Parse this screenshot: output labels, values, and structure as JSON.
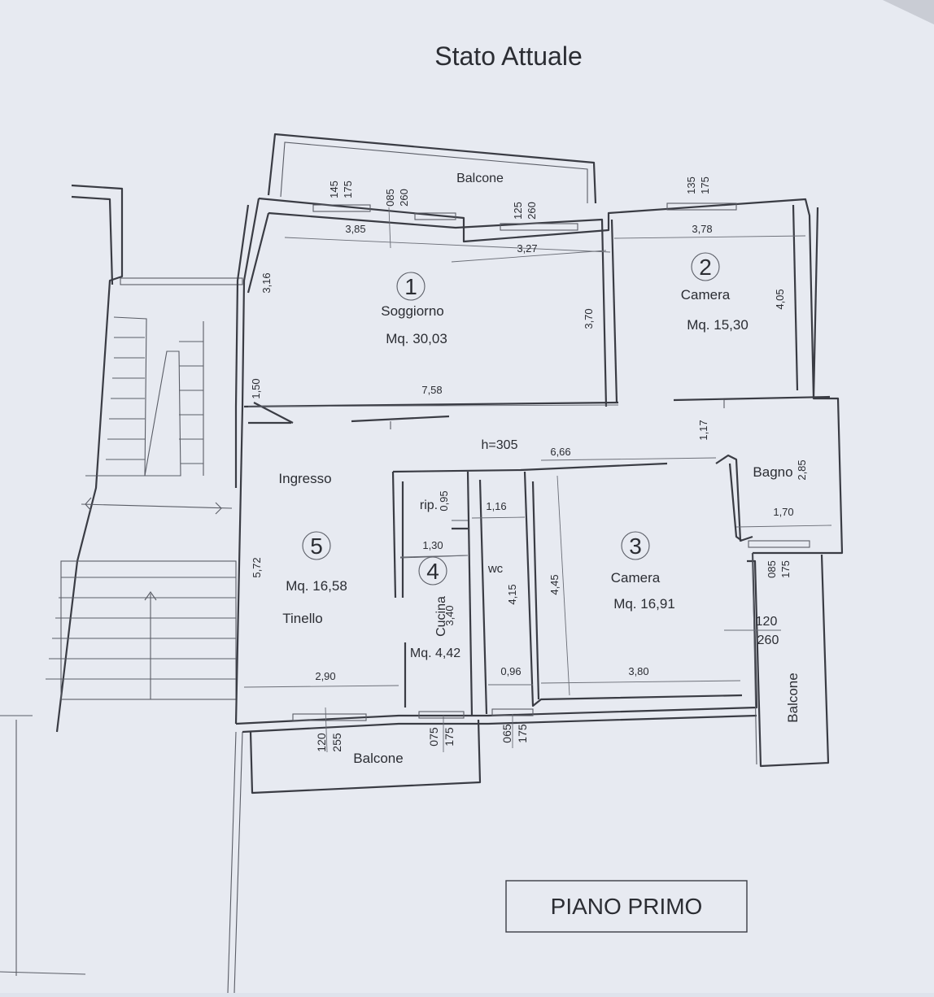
{
  "title": "Stato Attuale",
  "floor_label": "PIANO PRIMO",
  "ceiling_height": "h=305",
  "rooms": [
    {
      "number": "1",
      "name": "Soggiorno",
      "area": "Mq. 30,03"
    },
    {
      "number": "2",
      "name": "Camera",
      "area": "Mq. 15,30"
    },
    {
      "number": "3",
      "name": "Camera",
      "area": "Mq. 16,91"
    },
    {
      "number": "4",
      "name": "Cucina",
      "area": "Mq. 4,42"
    },
    {
      "number": "5",
      "name": "Tinello",
      "area": "Mq. 16,58"
    }
  ],
  "labels": {
    "ingresso": "Ingresso",
    "bagno": "Bagno",
    "wc": "wc",
    "rip": "rip.",
    "balcone_top": "Balcone",
    "balcone_bottom": "Balcone",
    "balcone_right": "Balcone"
  },
  "dimensions": {
    "d_385": "3,85",
    "d_327": "3,27",
    "d_378": "3,78",
    "d_316": "3,16",
    "d_370": "3,70",
    "d_405": "4,05",
    "d_758": "7,58",
    "d_150": "1,50",
    "d_666": "6,66",
    "d_117": "1,17",
    "d_285": "2,85",
    "d_170": "1,70",
    "d_095": "0,95",
    "d_116": "1,16",
    "d_130": "1,30",
    "d_572": "5,72",
    "d_415": "4,15",
    "d_445": "4,45",
    "d_340": "3,40",
    "d_290": "2,90",
    "d_096": "0,96",
    "d_380": "3,80"
  },
  "window_codes": {
    "w1_a": "145",
    "w1_b": "175",
    "w2_a": "085",
    "w2_b": "260",
    "w3_a": "125",
    "w3_b": "260",
    "w4_a": "135",
    "w4_b": "175",
    "w5_a": "085",
    "w5_b": "175",
    "w6_a": "120",
    "w6_b": "260",
    "w7_a": "120",
    "w7_b": "255",
    "w8_a": "075",
    "w8_b": "175",
    "w9_a": "065",
    "w9_b": "175"
  }
}
